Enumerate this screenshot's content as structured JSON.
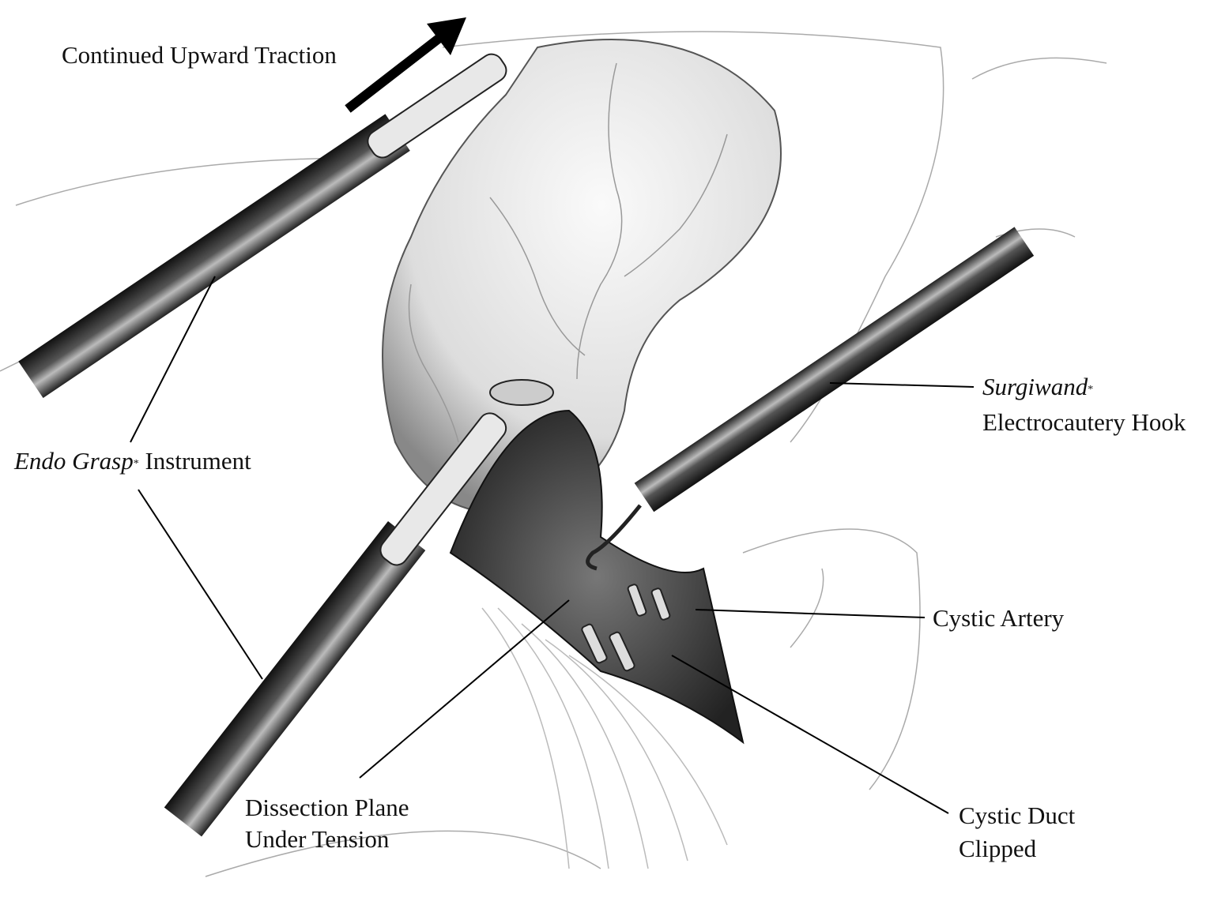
{
  "figure": {
    "labels": {
      "traction": "Continued Upward Traction",
      "surgiwand_name": "Surgiwand",
      "surgiwand_mark": "*",
      "surgiwand_desc": "Electrocautery Hook",
      "endograsp_name": "Endo Grasp",
      "endograsp_mark": "*",
      "endograsp_desc": " Instrument",
      "cystic_artery": "Cystic Artery",
      "cystic_duct_1": "Cystic Duct",
      "cystic_duct_2": "Clipped",
      "dissection_1": "Dissection Plane",
      "dissection_2": "Under Tension"
    }
  }
}
